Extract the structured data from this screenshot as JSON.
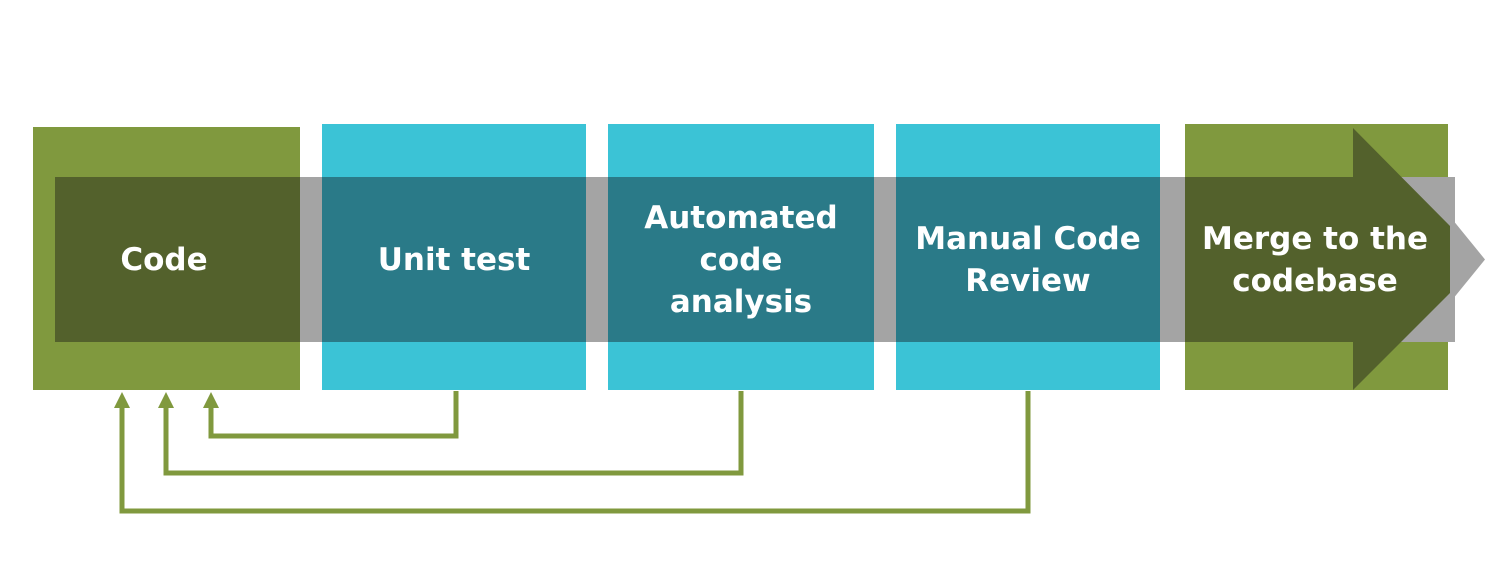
{
  "colors": {
    "background": "#ffffff",
    "green_outer": "#80993e",
    "green_inner": "#53612c",
    "teal_outer": "#3bc3d6",
    "teal_inner": "#2a7a88",
    "gray_band": "#a4a4a4",
    "feedback_line": "#80993e",
    "label_text": "#ffffff"
  },
  "stages": [
    {
      "id": "code",
      "label": "Code",
      "theme": "green"
    },
    {
      "id": "unit-test",
      "label": "Unit test",
      "theme": "teal"
    },
    {
      "id": "automated-code-analysis",
      "label": "Automated\ncode\nanalysis",
      "theme": "teal"
    },
    {
      "id": "manual-code-review",
      "label": "Manual Code\nReview",
      "theme": "teal"
    },
    {
      "id": "merge-to-codebase",
      "label": "Merge to the\ncodebase",
      "theme": "green"
    }
  ],
  "feedback_loops": [
    {
      "from": "unit-test",
      "to": "code"
    },
    {
      "from": "automated-code-analysis",
      "to": "code"
    },
    {
      "from": "manual-code-review",
      "to": "code"
    }
  ]
}
